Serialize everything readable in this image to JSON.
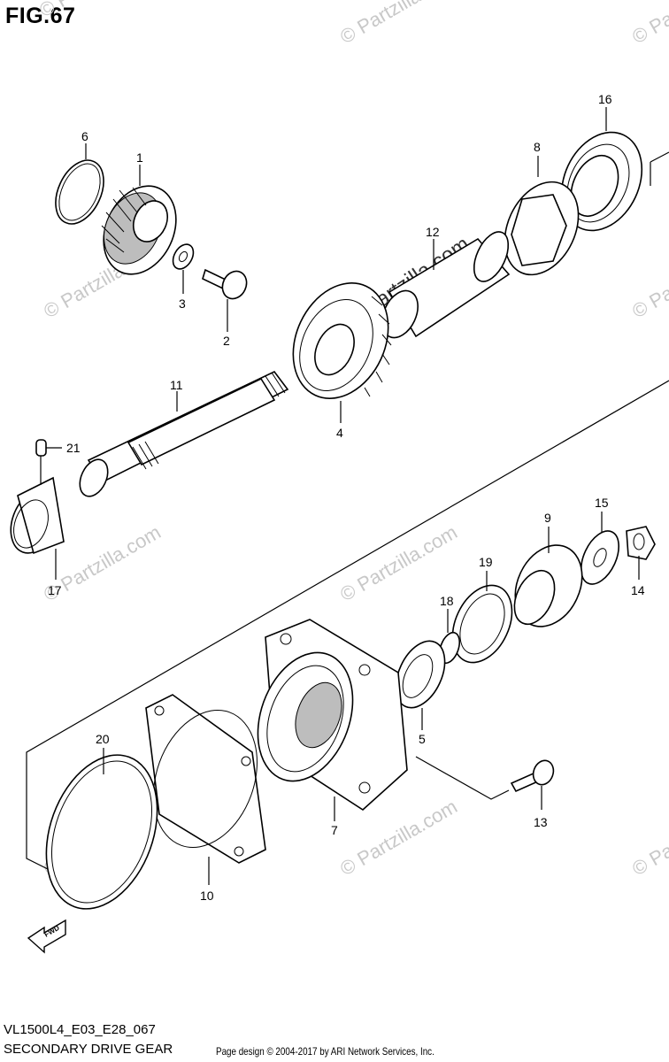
{
  "figure_title": "FIG.67",
  "footer": {
    "model_code": "VL1500L4_E03_E28_067",
    "diagram_name": "SECONDARY DRIVE GEAR",
    "credit": "Page design © 2004-2017 by ARI Network Services, Inc."
  },
  "watermark": {
    "text": "© Partzilla.com",
    "center_text": "© Partzilla.com"
  },
  "direction_arrow": "FWD",
  "callouts": {
    "p1": "1",
    "p2": "2",
    "p3": "3",
    "p4": "4",
    "p5": "5",
    "p6": "6",
    "p7": "7",
    "p8": "8",
    "p9": "9",
    "p10": "10",
    "p11": "11",
    "p12": "12",
    "p13": "13",
    "p14": "14",
    "p15": "15",
    "p16": "16",
    "p17": "17",
    "p18": "18",
    "p19": "19",
    "p20": "20",
    "p21": "21"
  }
}
